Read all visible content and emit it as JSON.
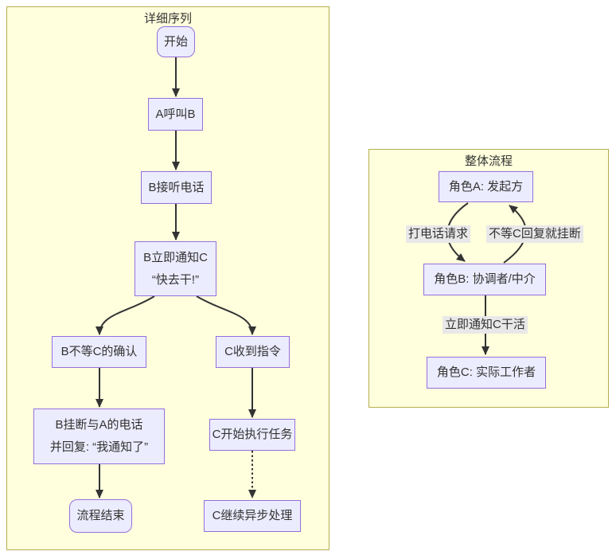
{
  "detail": {
    "title": "详细序列",
    "nodes": {
      "start": "开始",
      "a_calls_b": "A呼叫B",
      "b_answers": "B接听电话",
      "b_notifies_c": "B立即通知C\n“快去干!”",
      "b_no_wait": "B不等C的确认",
      "c_receives": "C收到指令",
      "b_hangs_up": "B挂断与A的电话\n并回复: “我通知了”",
      "end": "流程结束",
      "c_executes": "C开始执行任务",
      "c_async": "C继续异步处理"
    }
  },
  "overall": {
    "title": "整体流程",
    "nodes": {
      "role_a": "角色A: 发起方",
      "role_b": "角色B: 协调者/中介",
      "role_c": "角色C: 实际工作者"
    },
    "edge_labels": {
      "call_request": "打电话请求",
      "hang_up_no_wait": "不等C回复就挂断",
      "notify_c": "立即通知C干活"
    }
  },
  "colors": {
    "cluster_fill": "#ffffde",
    "cluster_border": "#b5ae4e",
    "node_fill": "#ececff",
    "node_border": "#9370db",
    "edge": "#333333",
    "edge_label_bg": "#e8e8e8",
    "text": "#333333"
  }
}
